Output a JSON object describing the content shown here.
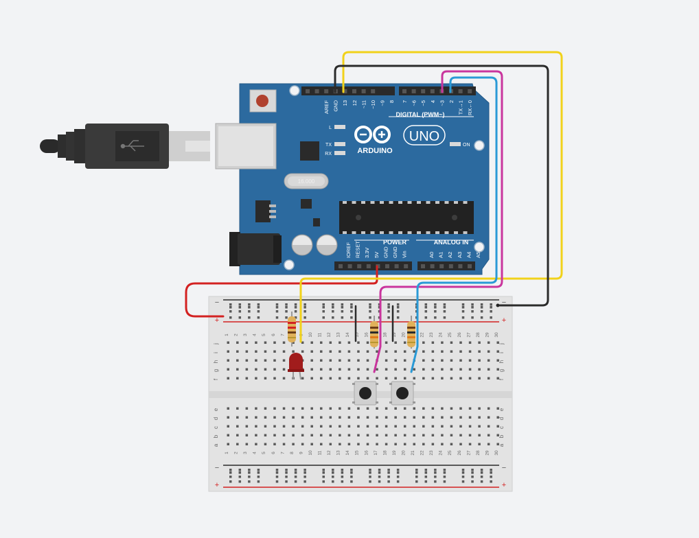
{
  "board": {
    "brand": "ARDUINO",
    "model": "UNO",
    "crystal_label": "16.000",
    "digital_header_label": "DIGITAL (PWM~)",
    "power_label": "POWER",
    "analog_label": "ANALOG IN",
    "on_label": "ON",
    "led_l": "L",
    "led_tx": "TX",
    "led_rx": "RX",
    "digital_pins_left": [
      "AREF",
      "GND",
      "13",
      "12",
      "~11",
      "~10",
      "~9",
      "8"
    ],
    "digital_pins_right": [
      "7",
      "~6",
      "~5",
      "4",
      "~3",
      "2",
      "TX→1",
      "RX←0"
    ],
    "power_pins": [
      "IOREF",
      "RESET",
      "3.3V",
      "5V",
      "GND",
      "GND",
      "Vin"
    ],
    "analog_pins": [
      "A0",
      "A1",
      "A2",
      "A3",
      "A4",
      "A5"
    ]
  },
  "breadboard": {
    "rail_minus": "−",
    "rail_plus": "+",
    "rows_top": [
      "j",
      "i",
      "h",
      "g",
      "f"
    ],
    "rows_bottom": [
      "e",
      "d",
      "c",
      "b",
      "a"
    ],
    "column_numbers": [
      "1",
      "2",
      "3",
      "4",
      "5",
      "6",
      "7",
      "8",
      "9",
      "10",
      "11",
      "12",
      "13",
      "14",
      "15",
      "16",
      "17",
      "18",
      "19",
      "20",
      "21",
      "22",
      "23",
      "24",
      "25",
      "26",
      "27",
      "28",
      "29",
      "30"
    ]
  },
  "colors": {
    "background": "#f2f3f5",
    "board": "#2c6a9f",
    "wire_red": "#d32121",
    "wire_yellow": "#f1d21a",
    "wire_black": "#2b2b2b",
    "wire_magenta": "#c9359d",
    "wire_blue": "#2a9ad6",
    "led": "#a11c1c"
  },
  "components": [
    {
      "name": "usb-cable",
      "type": "usb-b-cable"
    },
    {
      "name": "led",
      "type": "red LED"
    },
    {
      "name": "resistor-led",
      "type": "resistor"
    },
    {
      "name": "resistor-button-1",
      "type": "resistor"
    },
    {
      "name": "resistor-button-2",
      "type": "resistor"
    },
    {
      "name": "pushbutton-1",
      "type": "pushbutton"
    },
    {
      "name": "pushbutton-2",
      "type": "pushbutton"
    }
  ]
}
